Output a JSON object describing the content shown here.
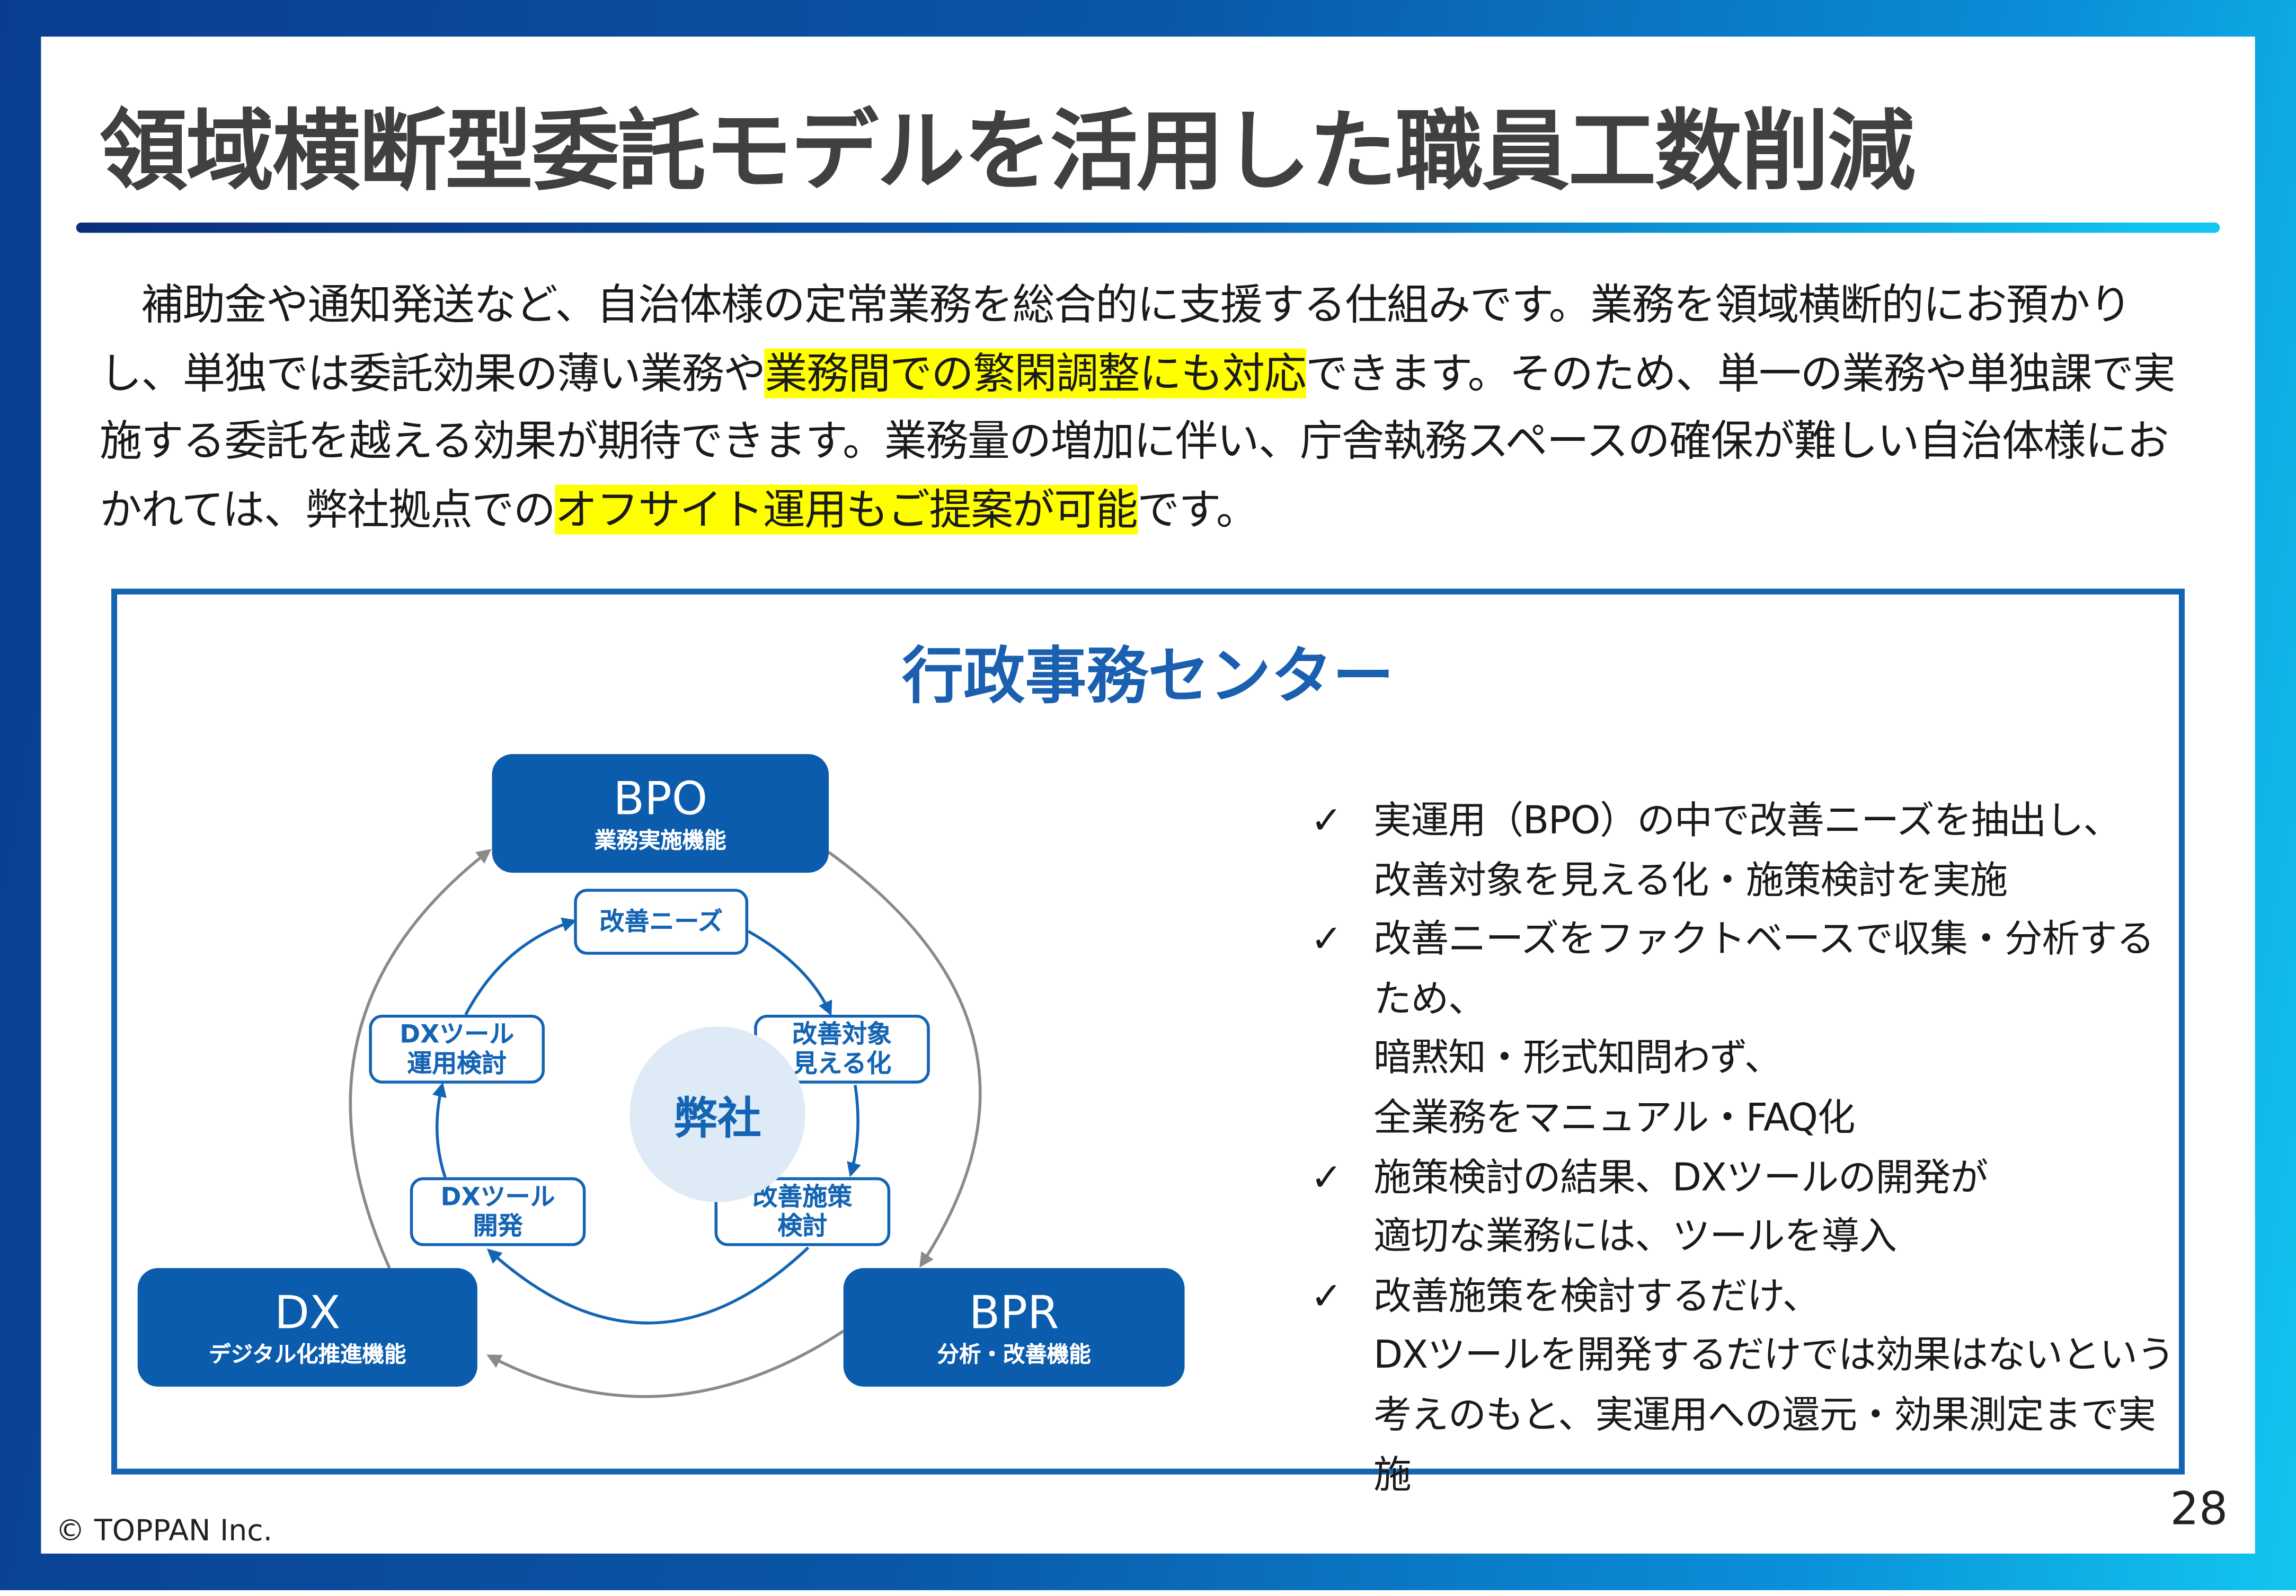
{
  "title": "領域横断型委託モデルを活用した職員工数削減",
  "body": {
    "p1": "　補助金や通知発送など、自治体様の定常業務を総合的に支援する仕組みです。業務を領域横断的にお預かりし、単独では委託効果の薄い業務や",
    "h1": "業務間での繁閑調整にも対応",
    "p2": "できます。そのため、単一の業務や単独課で実施する委託を越える効果が期待できます。業務量の増加に伴い、庁舎執務スペースの確保が難しい自治体様におかれては、弊社拠点での",
    "h2": "オフサイト運用もご提案が可能",
    "p3": "です。"
  },
  "diagram": {
    "title": "行政事務センター",
    "center": "弊社",
    "bpo": {
      "name": "BPO",
      "sub": "業務実施機能"
    },
    "dx": {
      "name": "DX",
      "sub": "デジタル化推進機能"
    },
    "bpr": {
      "name": "BPR",
      "sub": "分析・改善機能"
    },
    "steps": [
      {
        "l1": "改善ニーズ",
        "l2": ""
      },
      {
        "l1": "改善対象",
        "l2": "見える化"
      },
      {
        "l1": "改善施策",
        "l2": "検討"
      },
      {
        "l1": "DXツール",
        "l2": "開発"
      },
      {
        "l1": "DXツール",
        "l2": "運用検討"
      }
    ],
    "colors": {
      "primary": "#0b5cad",
      "line": "#1464b4",
      "gray": "#8a8a8a",
      "core": "#deebf7"
    }
  },
  "checklist": [
    {
      "mark": "✓",
      "lines": [
        "実運用（BPO）の中で改善ニーズを抽出し、",
        "改善対象を見える化・施策検討を実施"
      ]
    },
    {
      "mark": "✓",
      "lines": [
        "改善ニーズをファクトベースで収集・分析するため、",
        "暗黙知・形式知問わず、",
        "全業務をマニュアル・FAQ化"
      ]
    },
    {
      "mark": "✓",
      "lines": [
        "施策検討の結果、DXツールの開発が",
        "適切な業務には、ツールを導入"
      ]
    },
    {
      "mark": "✓",
      "lines": [
        "改善施策を検討するだけ、",
        "DXツールを開発するだけでは効果はないという",
        "考えのもと、実運用への還元・効果測定まで実施"
      ]
    }
  ],
  "footer": {
    "copyright": "© TOPPAN Inc.",
    "page": "28"
  }
}
